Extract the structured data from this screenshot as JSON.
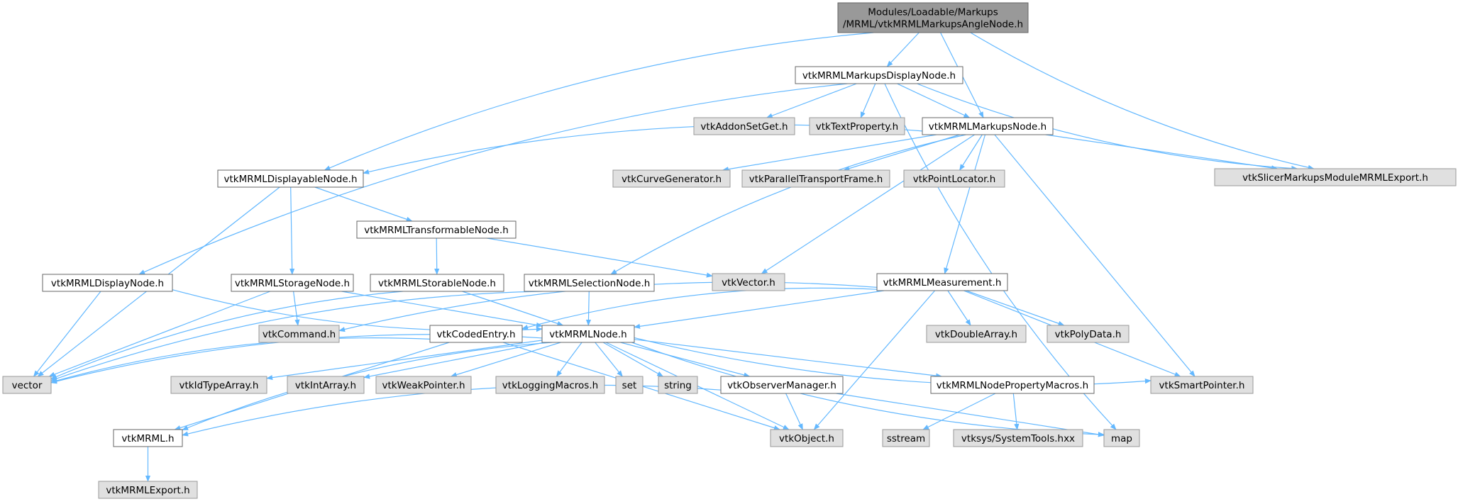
{
  "colors": {
    "edge": "#63b8ff",
    "root_fill": "#999999",
    "root_stroke": "#666666",
    "local_fill": "#ffffff",
    "local_stroke": "#666666",
    "external_fill": "#e0e0e0",
    "external_stroke": "#999999",
    "text": "#000000"
  },
  "nodes": [
    {
      "id": "angle",
      "label": "Modules/Loadable/Markups\n/MRML/vtkMRMLMarkupsAngleNode.h",
      "kind": "root"
    },
    {
      "id": "displaynodeM",
      "label": "vtkMRMLMarkupsDisplayNode.h",
      "kind": "local"
    },
    {
      "id": "addonsetget",
      "label": "vtkAddonSetGet.h",
      "kind": "external"
    },
    {
      "id": "textprop",
      "label": "vtkTextProperty.h",
      "kind": "external"
    },
    {
      "id": "markupsnode",
      "label": "vtkMRMLMarkupsNode.h",
      "kind": "local"
    },
    {
      "id": "slicerexport",
      "label": "vtkSlicerMarkupsModuleMRMLExport.h",
      "kind": "external"
    },
    {
      "id": "displayable",
      "label": "vtkMRMLDisplayableNode.h",
      "kind": "local"
    },
    {
      "id": "curvegen",
      "label": "vtkCurveGenerator.h",
      "kind": "external"
    },
    {
      "id": "paralleltf",
      "label": "vtkParallelTransportFrame.h",
      "kind": "external"
    },
    {
      "id": "pointloc",
      "label": "vtkPointLocator.h",
      "kind": "external"
    },
    {
      "id": "transformable",
      "label": "vtkMRMLTransformableNode.h",
      "kind": "local"
    },
    {
      "id": "displaynode",
      "label": "vtkMRMLDisplayNode.h",
      "kind": "local"
    },
    {
      "id": "storagenode",
      "label": "vtkMRMLStorageNode.h",
      "kind": "local"
    },
    {
      "id": "storable",
      "label": "vtkMRMLStorableNode.h",
      "kind": "local"
    },
    {
      "id": "selection",
      "label": "vtkMRMLSelectionNode.h",
      "kind": "local"
    },
    {
      "id": "vtkvector",
      "label": "vtkVector.h",
      "kind": "external"
    },
    {
      "id": "measurement",
      "label": "vtkMRMLMeasurement.h",
      "kind": "local"
    },
    {
      "id": "vtkcommand",
      "label": "vtkCommand.h",
      "kind": "external"
    },
    {
      "id": "codedentry",
      "label": "vtkCodedEntry.h",
      "kind": "local"
    },
    {
      "id": "mrmlnode",
      "label": "vtkMRMLNode.h",
      "kind": "local"
    },
    {
      "id": "doublearray",
      "label": "vtkDoubleArray.h",
      "kind": "external"
    },
    {
      "id": "polydata",
      "label": "vtkPolyData.h",
      "kind": "external"
    },
    {
      "id": "vector",
      "label": "vector",
      "kind": "external"
    },
    {
      "id": "idtype",
      "label": "vtkIdTypeArray.h",
      "kind": "external"
    },
    {
      "id": "intarray",
      "label": "vtkIntArray.h",
      "kind": "external"
    },
    {
      "id": "weakptr",
      "label": "vtkWeakPointer.h",
      "kind": "external"
    },
    {
      "id": "logging",
      "label": "vtkLoggingMacros.h",
      "kind": "external"
    },
    {
      "id": "set",
      "label": "set",
      "kind": "external"
    },
    {
      "id": "string",
      "label": "string",
      "kind": "external"
    },
    {
      "id": "observer",
      "label": "vtkObserverManager.h",
      "kind": "local"
    },
    {
      "id": "propmacros",
      "label": "vtkMRMLNodePropertyMacros.h",
      "kind": "local"
    },
    {
      "id": "smartptr",
      "label": "vtkSmartPointer.h",
      "kind": "external"
    },
    {
      "id": "vtkmrml",
      "label": "vtkMRML.h",
      "kind": "local"
    },
    {
      "id": "vtkobject",
      "label": "vtkObject.h",
      "kind": "external"
    },
    {
      "id": "sstream",
      "label": "sstream",
      "kind": "external"
    },
    {
      "id": "systools",
      "label": "vtksys/SystemTools.hxx",
      "kind": "external"
    },
    {
      "id": "map",
      "label": "map",
      "kind": "external"
    },
    {
      "id": "mrmlexport",
      "label": "vtkMRMLExport.h",
      "kind": "external"
    }
  ],
  "edges": [
    [
      "angle",
      "displaynodeM"
    ],
    [
      "angle",
      "markupsnode"
    ],
    [
      "angle",
      "slicerexport"
    ],
    [
      "angle",
      "displayable"
    ],
    [
      "displaynodeM",
      "addonsetget"
    ],
    [
      "displaynodeM",
      "textprop"
    ],
    [
      "displaynodeM",
      "markupsnode"
    ],
    [
      "displaynodeM",
      "slicerexport"
    ],
    [
      "displaynodeM",
      "displaynode"
    ],
    [
      "displaynodeM",
      "map"
    ],
    [
      "markupsnode",
      "displayable"
    ],
    [
      "markupsnode",
      "curvegen"
    ],
    [
      "markupsnode",
      "paralleltf"
    ],
    [
      "markupsnode",
      "pointloc"
    ],
    [
      "markupsnode",
      "slicerexport"
    ],
    [
      "markupsnode",
      "selection"
    ],
    [
      "markupsnode",
      "vtkvector"
    ],
    [
      "markupsnode",
      "measurement"
    ],
    [
      "markupsnode",
      "smartptr"
    ],
    [
      "displayable",
      "transformable"
    ],
    [
      "displayable",
      "storagenode"
    ],
    [
      "displayable",
      "vector"
    ],
    [
      "transformable",
      "storable"
    ],
    [
      "transformable",
      "vtkvector"
    ],
    [
      "displaynode",
      "vector"
    ],
    [
      "displaynode",
      "mrmlnode"
    ],
    [
      "storagenode",
      "vtkcommand"
    ],
    [
      "storagenode",
      "mrmlnode"
    ],
    [
      "storagenode",
      "vector"
    ],
    [
      "storable",
      "mrmlnode"
    ],
    [
      "storable",
      "vector"
    ],
    [
      "selection",
      "mrmlnode"
    ],
    [
      "selection",
      "vector"
    ],
    [
      "measurement",
      "vtkcommand"
    ],
    [
      "measurement",
      "codedentry"
    ],
    [
      "measurement",
      "mrmlnode"
    ],
    [
      "measurement",
      "doublearray"
    ],
    [
      "measurement",
      "polydata"
    ],
    [
      "measurement",
      "smartptr"
    ],
    [
      "measurement",
      "vtkobject"
    ],
    [
      "codedentry",
      "vector"
    ],
    [
      "codedentry",
      "vtkmrml"
    ],
    [
      "codedentry",
      "vtkobject"
    ],
    [
      "mrmlnode",
      "vector"
    ],
    [
      "mrmlnode",
      "idtype"
    ],
    [
      "mrmlnode",
      "intarray"
    ],
    [
      "mrmlnode",
      "weakptr"
    ],
    [
      "mrmlnode",
      "logging"
    ],
    [
      "mrmlnode",
      "set"
    ],
    [
      "mrmlnode",
      "string"
    ],
    [
      "mrmlnode",
      "observer"
    ],
    [
      "mrmlnode",
      "propmacros"
    ],
    [
      "mrmlnode",
      "smartptr"
    ],
    [
      "mrmlnode",
      "map"
    ],
    [
      "mrmlnode",
      "vtkobject"
    ],
    [
      "mrmlnode",
      "vtkmrml"
    ],
    [
      "observer",
      "vtkmrml"
    ],
    [
      "observer",
      "vtkobject"
    ],
    [
      "observer",
      "map"
    ],
    [
      "propmacros",
      "sstream"
    ],
    [
      "propmacros",
      "systools"
    ],
    [
      "vtkmrml",
      "mrmlexport"
    ]
  ]
}
